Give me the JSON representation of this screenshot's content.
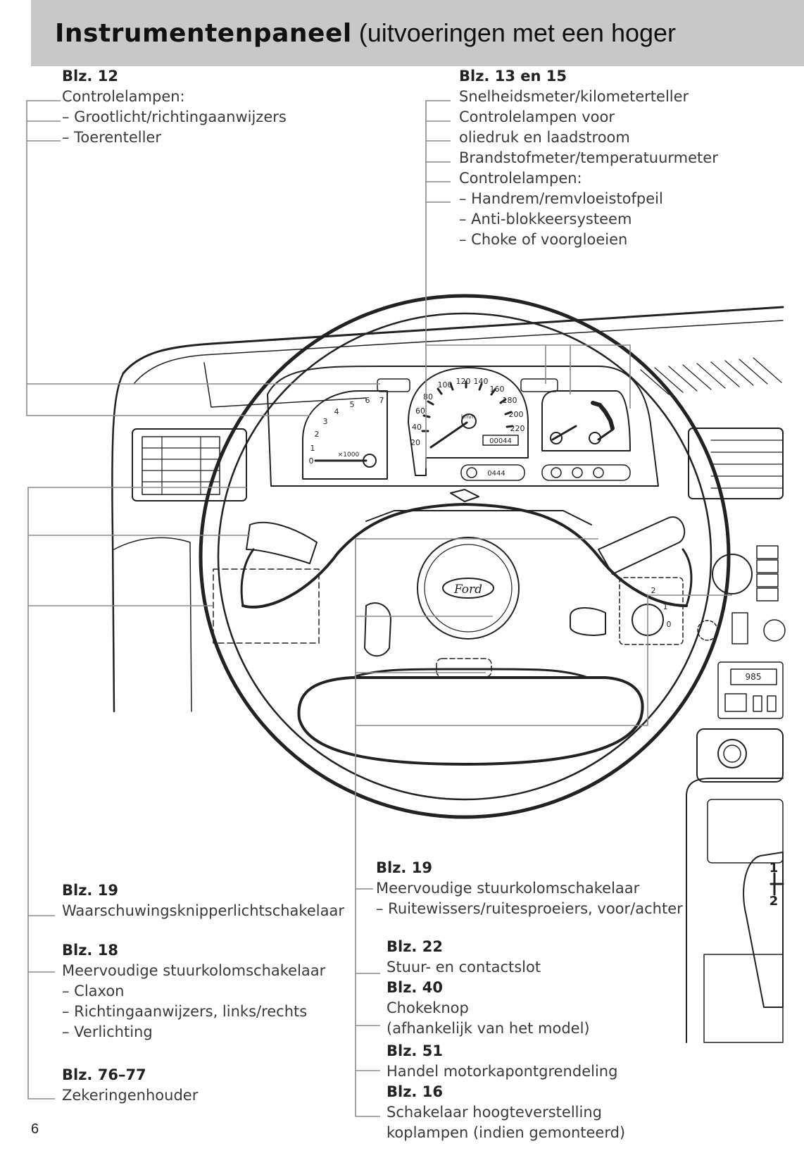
{
  "header": {
    "title_bold": "Instrumentenpaneel",
    "title_rest": "(uitvoeringen met een hoger"
  },
  "callouts": {
    "top_left": {
      "ref": "Blz. 12",
      "lines": [
        "Controlelampen:",
        "– Grootlicht/richtingaanwijzers",
        "– Toerenteller"
      ]
    },
    "top_right": {
      "ref": "Blz. 13 en 15",
      "lines": [
        "Snelheidsmeter/kilometerteller",
        "Controlelampen voor",
        "oliedruk en laadstroom",
        "Brandstofmeter/temperatuurmeter",
        "Controlelampen:",
        "– Handrem/remvloeistofpeil",
        "– Anti-blokkeersysteem",
        "– Choke of voorgloeien"
      ]
    },
    "left_19": {
      "ref": "Blz. 19",
      "lines": [
        "Waarschuwingsknipperlichtschakelaar"
      ]
    },
    "left_18": {
      "ref": "Blz. 18",
      "lines": [
        "Meervoudige stuurkolomschakelaar",
        "– Claxon",
        "– Richtingaanwijzers, links/rechts",
        "– Verlichting"
      ]
    },
    "left_76": {
      "ref": "Blz. 76–77",
      "lines": [
        "Zekeringenhouder"
      ]
    },
    "mid_19": {
      "ref": "Blz. 19",
      "lines": [
        "Meervoudige stuurkolomschakelaar",
        "– Ruitewissers/ruitesproeiers, voor/achter"
      ]
    },
    "mid_22": {
      "ref": "Blz. 22",
      "lines": [
        "Stuur- en contactslot"
      ]
    },
    "mid_40": {
      "ref": "Blz. 40",
      "lines": [
        "Chokeknop",
        "(afhankelijk van het model)"
      ]
    },
    "mid_51": {
      "ref": "Blz. 51",
      "lines": [
        "Handel motorkapontgrendeling"
      ]
    },
    "mid_16": {
      "ref": "Blz. 16",
      "lines": [
        "Schakelaar hoogteverstelling",
        "koplampen (indien gemonteerd)"
      ]
    }
  },
  "illustration": {
    "logo_text": "Ford",
    "speedo_marks": [
      "20",
      "40",
      "60",
      "80",
      "100",
      "120",
      "140",
      "160",
      "180",
      "200",
      "220"
    ],
    "speedo_unit": "km/h",
    "tacho_marks": [
      "0",
      "1",
      "2",
      "3",
      "4",
      "5",
      "6",
      "7"
    ],
    "tacho_unit": "×1000",
    "odometer": "00044",
    "tripmeter": "0444",
    "gear_marks": [
      "1",
      "2"
    ],
    "stalk_marks": [
      "0",
      "1",
      "2"
    ],
    "radio_display": "985"
  },
  "page": {
    "number": "6"
  }
}
